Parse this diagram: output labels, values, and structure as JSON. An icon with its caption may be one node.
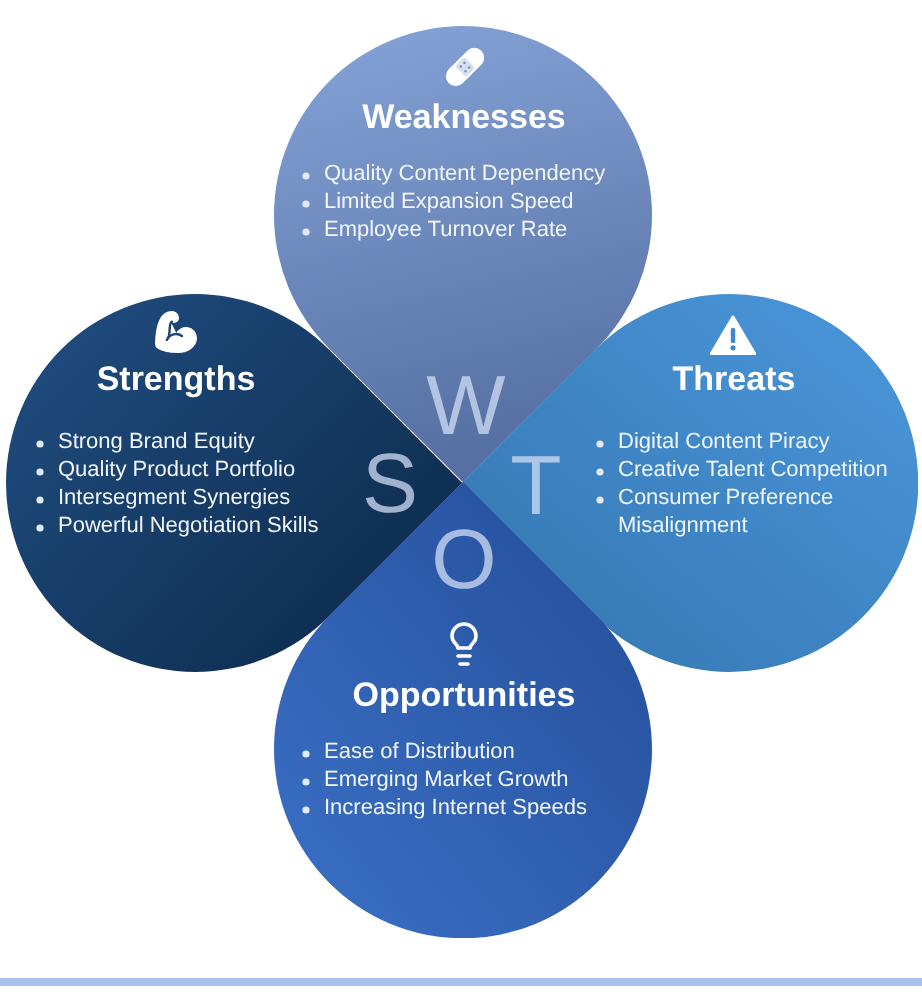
{
  "diagram": {
    "nodes": [
      {
        "text": [
          "Weaknesses",
          "Quality Content Dependency",
          "Limited Expansion Speed",
          "Employee Turnover Rate",
          "W"
        ]
      },
      {
        "text": [
          "Strengths",
          "Strong Brand Equity",
          "Quality Product Portfolio",
          "Intersegment Synergies",
          "Powerful Negotiation Skills",
          "S"
        ]
      },
      {
        "text": [
          "Threats",
          "T",
          "Digital Content Piracy",
          "Creative Talent Competition",
          "Consumer Preference Misalignment"
        ]
      },
      {
        "text": [
          "O",
          "Opportunities",
          "Ease of Distribution",
          "Emerging Market Growth",
          "Increasing Internet Speeds"
        ]
      }
    ]
  }
}
